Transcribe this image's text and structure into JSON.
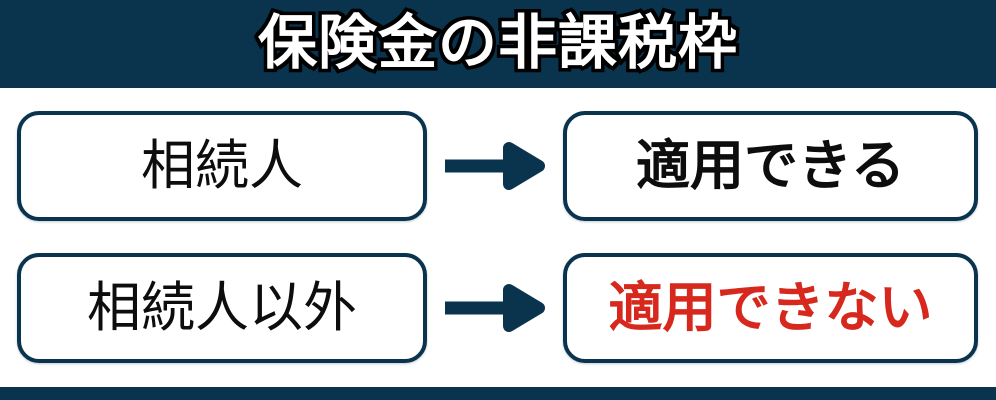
{
  "title_bar": {
    "title": "保険金の非課税枠"
  },
  "diagram": {
    "rows": [
      {
        "condition": "相続人",
        "result": "適用できる",
        "result_status": "positive"
      },
      {
        "condition": "相続人以外",
        "result": "適用できない",
        "result_status": "negative"
      }
    ]
  },
  "icons": {
    "arrow_right": "→"
  },
  "colors": {
    "navy": "#0a334e",
    "negative_red": "#d7281e",
    "box_background": "#ffffff",
    "title_text": "#ffffff",
    "title_outline": "#000000",
    "body_text": "#0d0d0d"
  }
}
